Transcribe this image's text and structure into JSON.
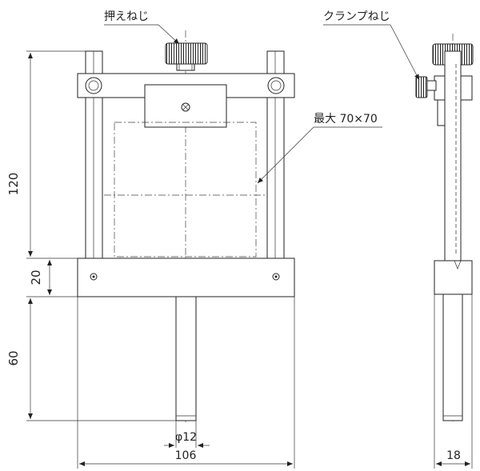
{
  "labels": {
    "press_screw": "押えねじ",
    "clamp_screw": "クランプねじ",
    "max_size": "最大 70×70",
    "diameter": "φ12",
    "dim_120": "120",
    "dim_20": "20",
    "dim_60": "60",
    "dim_106": "106",
    "dim_18": "18"
  }
}
